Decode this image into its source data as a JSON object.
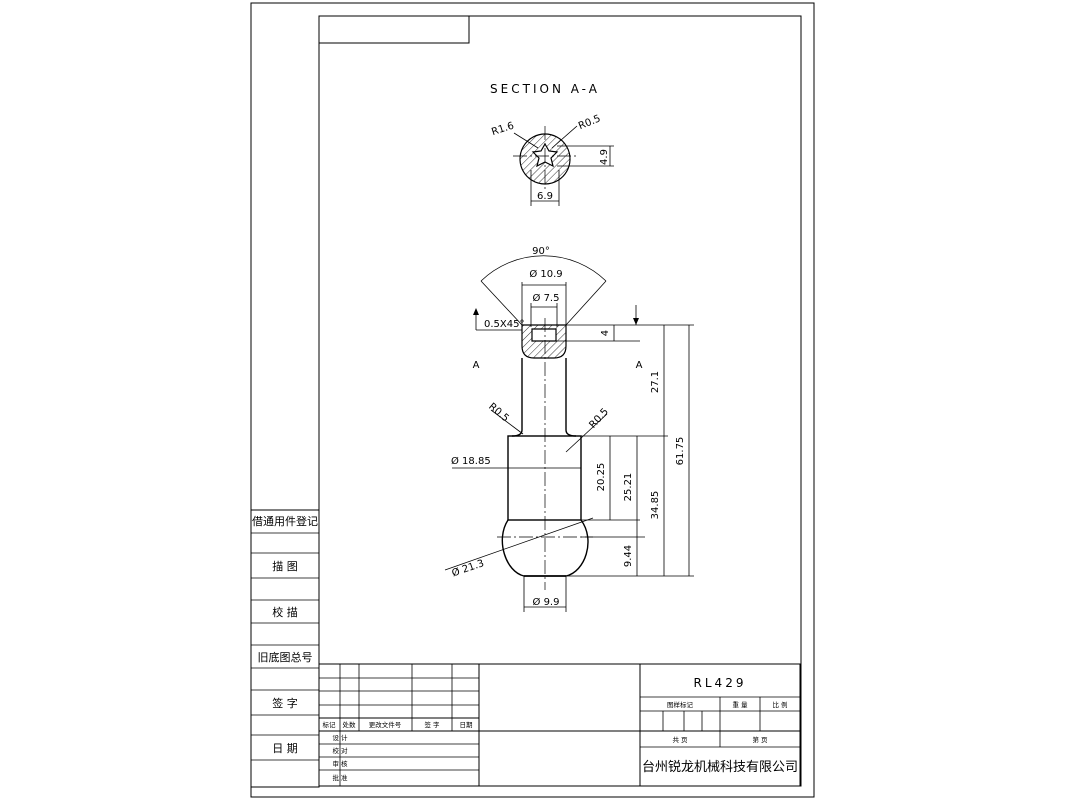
{
  "drawing": {
    "section_title": "SECTION A-A",
    "section_view": {
      "radius_left": "R1.6",
      "radius_right": "R0.5",
      "height": "4.9",
      "width": "6.9"
    },
    "main_view": {
      "angle": "90°",
      "dia_top_outer": "Ø 10.9",
      "dia_top_inner": "Ø 7.5",
      "chamfer": "0.5X45°",
      "depth": "4",
      "section_mark_left": "A",
      "section_mark_right": "A",
      "radius_left": "R0.5",
      "radius_right": "R0.5",
      "neck_length": "27.1",
      "total_length": "61.75",
      "dia_collar": "Ø 18.85",
      "collar_height": "20.25",
      "dim_25_21": "25.21",
      "dim_34_85": "34.85",
      "dia_ball": "Ø 21.3",
      "ball_height": "9.44",
      "dia_bottom": "Ø 9.9"
    }
  },
  "side_panel": {
    "label_1": "借通用件登记",
    "label_2": "描  图",
    "label_3": "校  描",
    "label_4": "旧底图总号",
    "label_5": "签  字",
    "label_6": "日  期"
  },
  "revision_table": {
    "headers": [
      "标记",
      "处数",
      "更改文件号",
      "签 字",
      "日期"
    ],
    "rows": [
      "设 计",
      "校 对",
      "审 核",
      "批 准"
    ]
  },
  "title_block": {
    "part_number": "RL429",
    "label_drawing_mark": "图样标记",
    "label_weight": "重 量",
    "label_scale": "比 例",
    "label_total": "共  页",
    "label_page": "第  页",
    "company": "台州锐龙机械科技有限公司"
  }
}
